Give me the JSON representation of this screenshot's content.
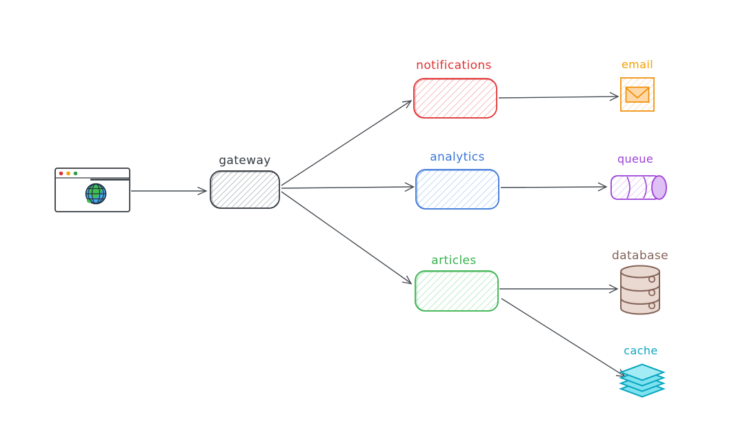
{
  "diagram": {
    "type": "architecture-sketch",
    "background": "#ffffff",
    "edge_color": "#464c52",
    "nodes": {
      "browser": {
        "icon": "browser-globe-icon",
        "window_dot_colors": [
          "#e03131",
          "#f59f00",
          "#2f9e44"
        ],
        "globe_ocean_color": "#44a8f2",
        "globe_land_color": "#3fbf53"
      },
      "gateway": {
        "label": "gateway",
        "color": "#343a40"
      },
      "notifications": {
        "label": "notifications",
        "color": "#e03131"
      },
      "analytics": {
        "label": "analytics",
        "color": "#3b76d8"
      },
      "articles": {
        "label": "articles",
        "color": "#37b24d"
      },
      "email": {
        "label": "email",
        "color": "#f59f00",
        "icon": "envelope-icon",
        "box_color": "#f08c00"
      },
      "queue": {
        "label": "queue",
        "color": "#9c3fd6",
        "icon": "horizontal-cylinder-icon"
      },
      "database": {
        "label": "database",
        "color": "#846358",
        "icon": "database-cylinder-icon"
      },
      "cache": {
        "label": "cache",
        "color": "#0ca6bf",
        "icon": "stacked-layers-icon"
      }
    },
    "edges": [
      {
        "from": "browser",
        "to": "gateway"
      },
      {
        "from": "gateway",
        "to": "notifications"
      },
      {
        "from": "gateway",
        "to": "analytics"
      },
      {
        "from": "gateway",
        "to": "articles"
      },
      {
        "from": "notifications",
        "to": "email"
      },
      {
        "from": "analytics",
        "to": "queue"
      },
      {
        "from": "articles",
        "to": "database"
      },
      {
        "from": "articles",
        "to": "cache"
      }
    ]
  }
}
